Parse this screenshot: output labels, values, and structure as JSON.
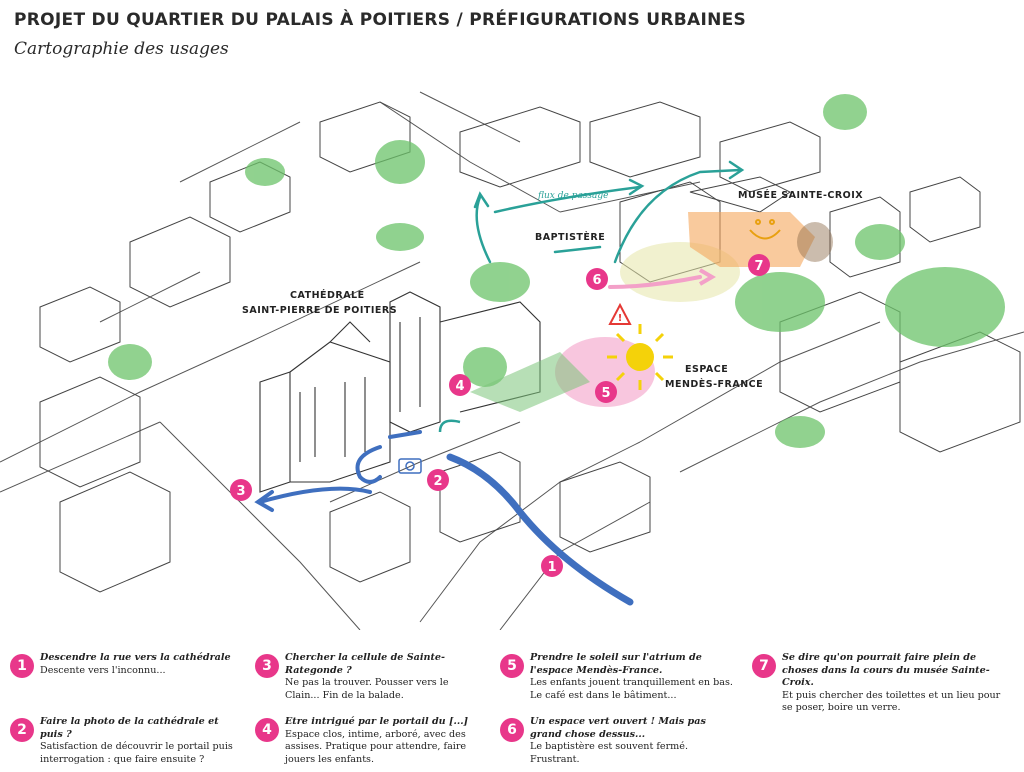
{
  "header": {
    "title": "PROJET DU QUARTIER DU PALAIS À POITIERS / PRÉFIGURATIONS URBAINES",
    "subtitle": "Cartographie des usages"
  },
  "map_labels": {
    "cathedrale_line1": "CATHÉDRALE",
    "cathedrale_line2": "SAINT-PIERRE DE POITIERS",
    "baptistere": "BAPTISTÈRE",
    "musee": "MUSÉE SAINTE-CROIX",
    "espace_line1": "ESPACE",
    "espace_line2": "MENDÈS-FRANCE",
    "flux": "flux de passage"
  },
  "markers": [
    "1",
    "2",
    "3",
    "4",
    "5",
    "6",
    "7"
  ],
  "legend": [
    {
      "num": "1",
      "title": "Descendre la rue vers la cathédrale",
      "desc": "Descente vers l'inconnu..."
    },
    {
      "num": "2",
      "title": "Faire la photo de la cathédrale et puis ?",
      "desc": "Satisfaction de découvrir le portail puis interrogation : que faire ensuite ?"
    },
    {
      "num": "3",
      "title": "Chercher la cellule de Sainte-Rategonde ?",
      "desc": "Ne pas la trouver. Pousser vers le Clain... Fin de la balade."
    },
    {
      "num": "4",
      "title": "Etre intrigué par le portail du [...]",
      "desc": "Espace clos, intime, arboré, avec des assises. Pratique pour attendre, faire jouers les enfants."
    },
    {
      "num": "5",
      "title": "Prendre le soleil sur l'atrium de l'espace Mendès-France.",
      "desc": "Les enfants jouent tranquillement en bas. Le café est dans le bâtiment..."
    },
    {
      "num": "6",
      "title": "Un espace vert ouvert ! Mais pas grand chose dessus...",
      "desc": "Le baptistère est souvent fermé. Frustrant."
    },
    {
      "num": "7",
      "title": "Se dire qu'on pourrait faire plein de choses dans la cours du musée Sainte-Croix.",
      "desc": "Et puis chercher des toilettes et un lieu pour se poser, boire un verre."
    }
  ],
  "colors": {
    "marker": "#e8378a",
    "route_blue": "#3f6fbf",
    "flux_teal": "#2aa198",
    "trees_green": "#6cc36a",
    "orange_zone": "#f5a65b",
    "pink_zone": "#f3a0c8",
    "sun": "#f4d20a"
  }
}
